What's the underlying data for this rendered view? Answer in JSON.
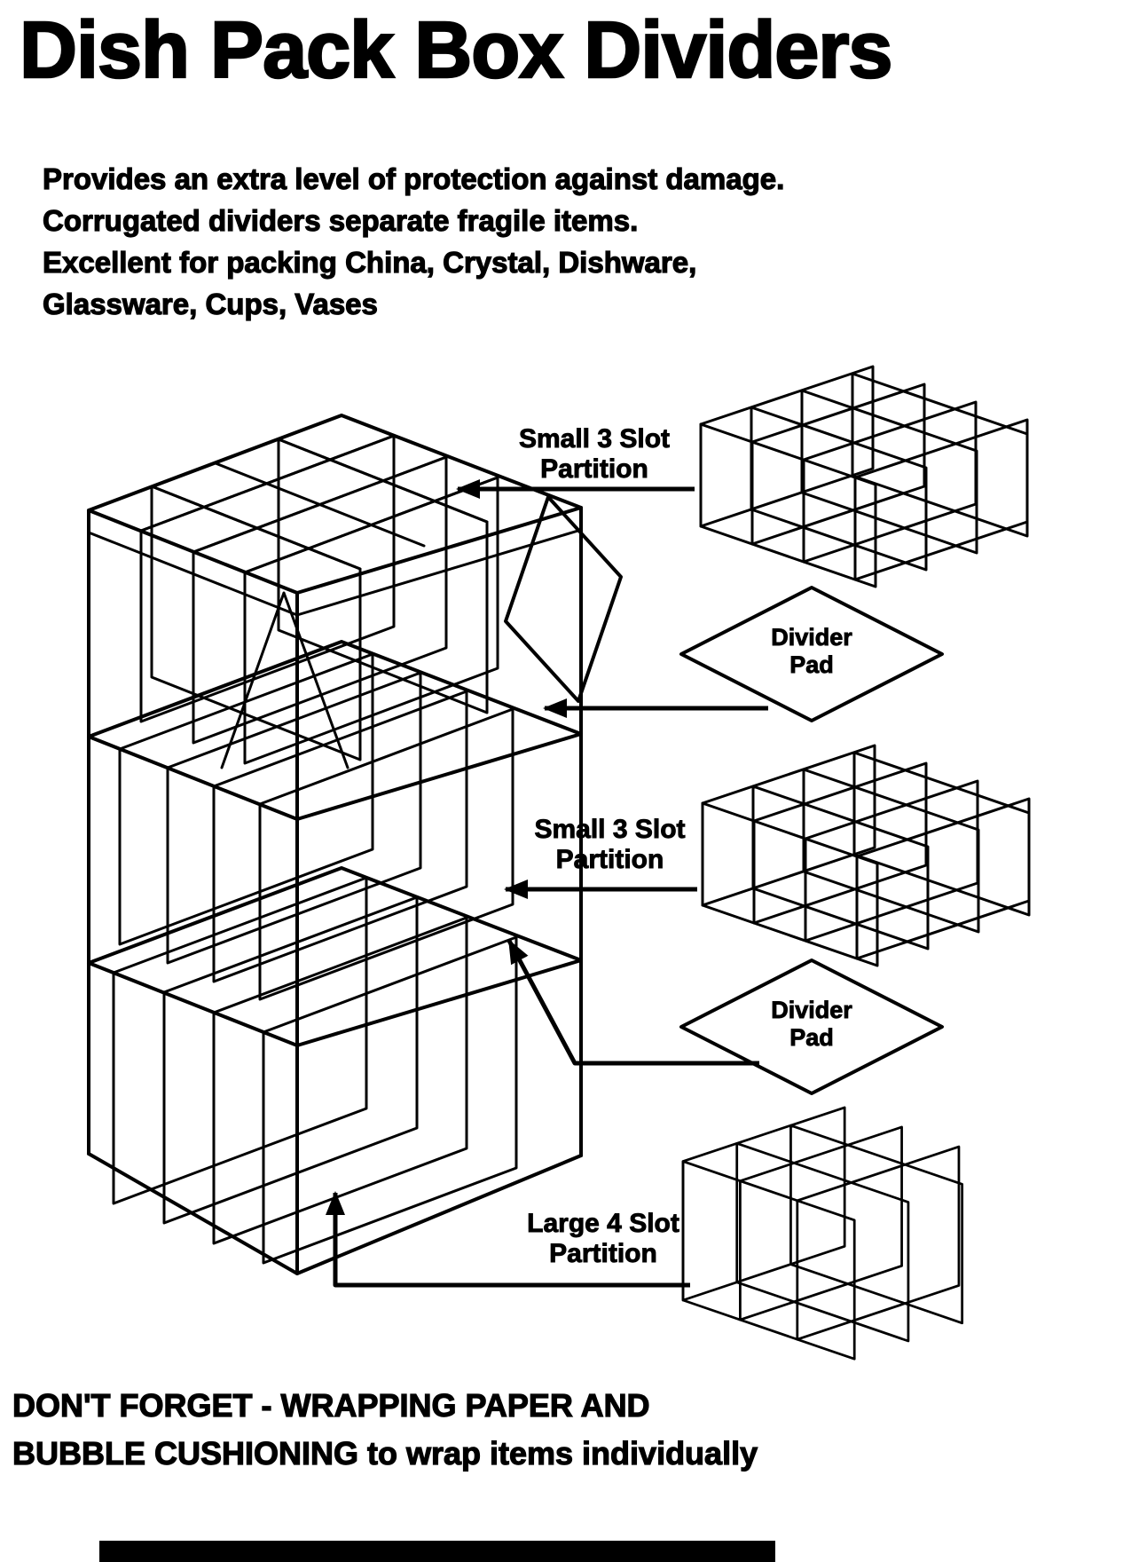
{
  "title": "Dish Pack Box Dividers",
  "intro": {
    "lines": [
      "Provides an extra level of protection against damage.",
      "Corrugated dividers separate fragile items.",
      "Excellent for packing China, Crystal, Dishware,",
      "Glassware, Cups, Vases"
    ]
  },
  "callouts": {
    "top_partition": {
      "line1": "Small 3 Slot",
      "line2": "Partition"
    },
    "divider_pad_1": {
      "line1": "Divider",
      "line2": "Pad"
    },
    "mid_partition": {
      "line1": "Small 3 Slot",
      "line2": "Partition"
    },
    "divider_pad_2": {
      "line1": "Divider",
      "line2": "Pad"
    },
    "bottom_partition": {
      "line1": "Large 4 Slot",
      "line2": "Partition"
    }
  },
  "footer": {
    "line1": "DON'T FORGET - WRAPPING PAPER AND",
    "line2": "BUBBLE CUSHIONING to wrap items individually"
  },
  "colors": {
    "ink": "#000000",
    "background": "#ffffff"
  }
}
